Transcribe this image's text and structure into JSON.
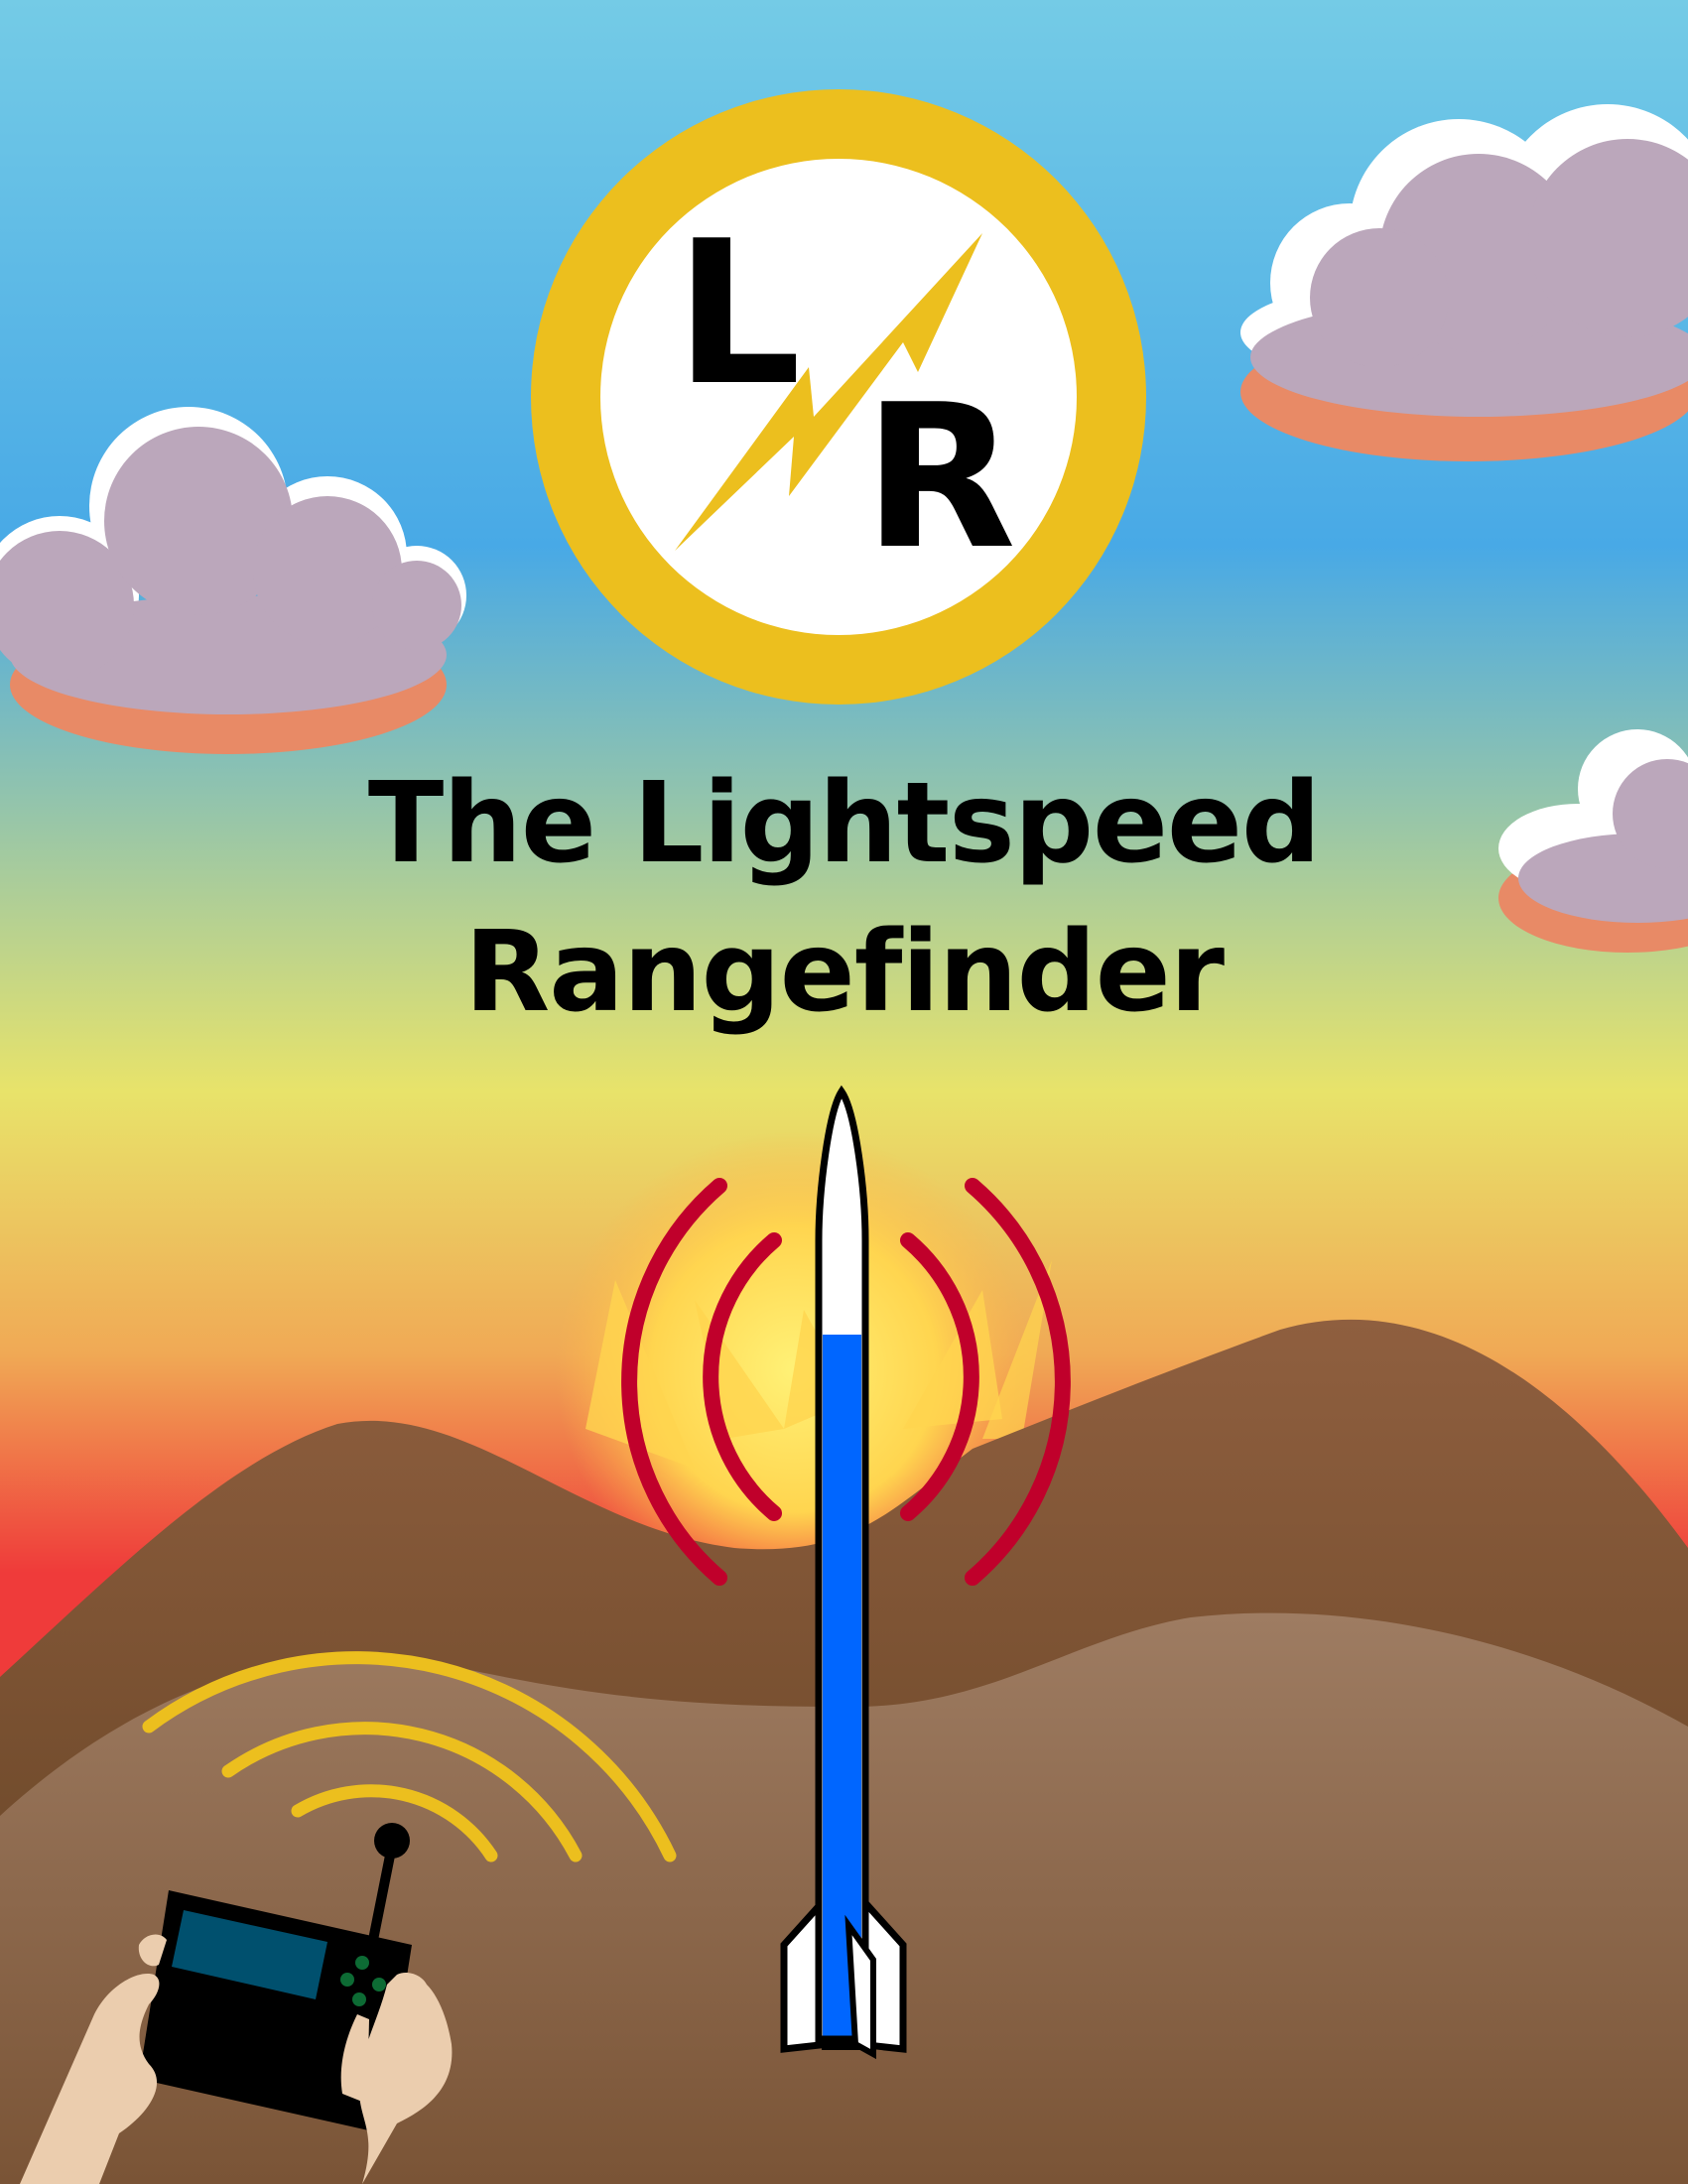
{
  "logo": {
    "letter_left": "L",
    "letter_right": "R",
    "ring_color": "#ecbf1e",
    "bolt_color": "#ecbf1e"
  },
  "title": {
    "line1": "The Lightspeed",
    "line2": "Rangefinder"
  },
  "colors": {
    "sky_top": "#74cbe6",
    "sky_mid": "#48a9e6",
    "sky_yellow": "#e8e36a",
    "sky_orange": "#f08b4f",
    "sky_red": "#ef3b3a",
    "cloud_body": "#bba7bb",
    "cloud_highlight": "#ffffff",
    "cloud_shadow": "#e88a66",
    "hill_back": "#8f5f3f",
    "hill_front": "#9a7a60",
    "signal_red": "#c0002b",
    "signal_yellow": "#ecbf1e",
    "rocket_blue": "#0066ff",
    "controller_screen": "#00506e",
    "controller_buttons": "#0d6b34",
    "hand_skin": "#ebcdae"
  },
  "icons": [
    "cloud-icon",
    "lightning-bolt-icon",
    "rocket-icon",
    "remote-controller-icon",
    "signal-waves-icon",
    "sun-icon"
  ]
}
